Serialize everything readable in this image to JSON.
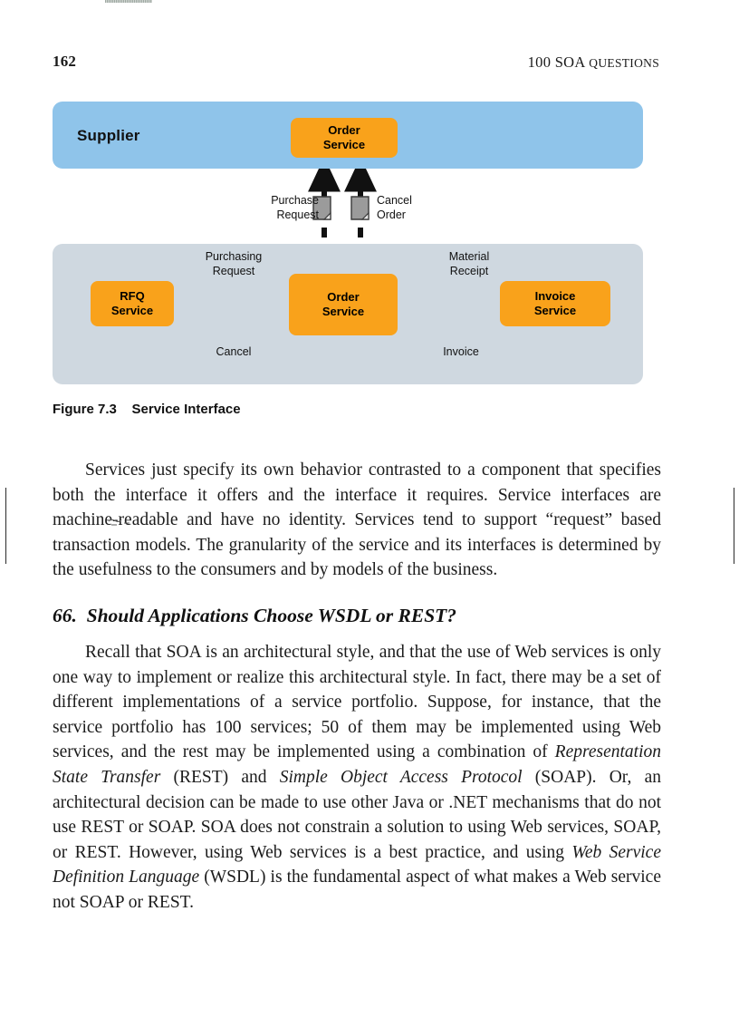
{
  "page": {
    "folio": "162",
    "running_head_main": "100 SOA",
    "running_head_smallcaps": "QUESTIONS"
  },
  "figure": {
    "caption": "Figure 7.3    Service Interface",
    "supplier_panel": {
      "label": "Supplier",
      "color": "#8fc4ea",
      "services": [
        {
          "line1": "Order",
          "line2": "Service"
        }
      ]
    },
    "consumer_panel": {
      "color": "#cfd8e0",
      "services": [
        {
          "line1": "RFQ",
          "line2": "Service"
        },
        {
          "line1": "Order",
          "line2": "Service"
        },
        {
          "line1": "Invoice",
          "line2": "Service"
        }
      ]
    },
    "service_color": "#f9a21b",
    "connector_labels": {
      "purchase_request": {
        "line1": "Purchase",
        "line2": "Request"
      },
      "cancel_order": {
        "line1": "Cancel",
        "line2": "Order"
      },
      "purchasing_request": {
        "line1": "Purchasing",
        "line2": "Request"
      },
      "cancel": {
        "line1": "Cancel"
      },
      "material_receipt": {
        "line1": "Material",
        "line2": "Receipt"
      },
      "invoice": {
        "line1": "Invoice"
      }
    }
  },
  "body": {
    "paragraph_1": "Services just specify its own behavior contrasted to a component that specifies both the interface it offers and the interface it requires. Service interfaces are machine-readable and have no identity. Services tend to support “request” based transaction models. The granularity of the service and its interfaces is determined by the usefulness to the consumers and by models of the business.",
    "question_heading": "66.  Should Applications Choose WSDL or REST?",
    "paragraph_2_part_1": "Recall that SOA is an architectural style, and that the use of Web services is only one way to implement or realize this architectural style. In fact, there may be a set of different implementations of a service portfolio. Suppose, for instance, that the service portfolio has 100 services; 50 of them may be implemented using Web services, and the rest may be implemented using a combination of ",
    "paragraph_2_italic_1": "Representation State Transfer",
    "paragraph_2_part_2": " (REST) and ",
    "paragraph_2_italic_2": "Simple Object Access Protocol",
    "paragraph_2_part_3": " (SOAP). Or, an architectural decision can be made to use other Java or .NET mechanisms that do not use REST or SOAP. SOA does not constrain a solution to using Web services, SOAP, or REST. However, using Web services is a best practice, and using ",
    "paragraph_2_italic_3": "Web Service Definition Language",
    "paragraph_2_part_4": " (WSDL) is the fundamental aspect of what makes a Web service not SOAP or REST."
  }
}
